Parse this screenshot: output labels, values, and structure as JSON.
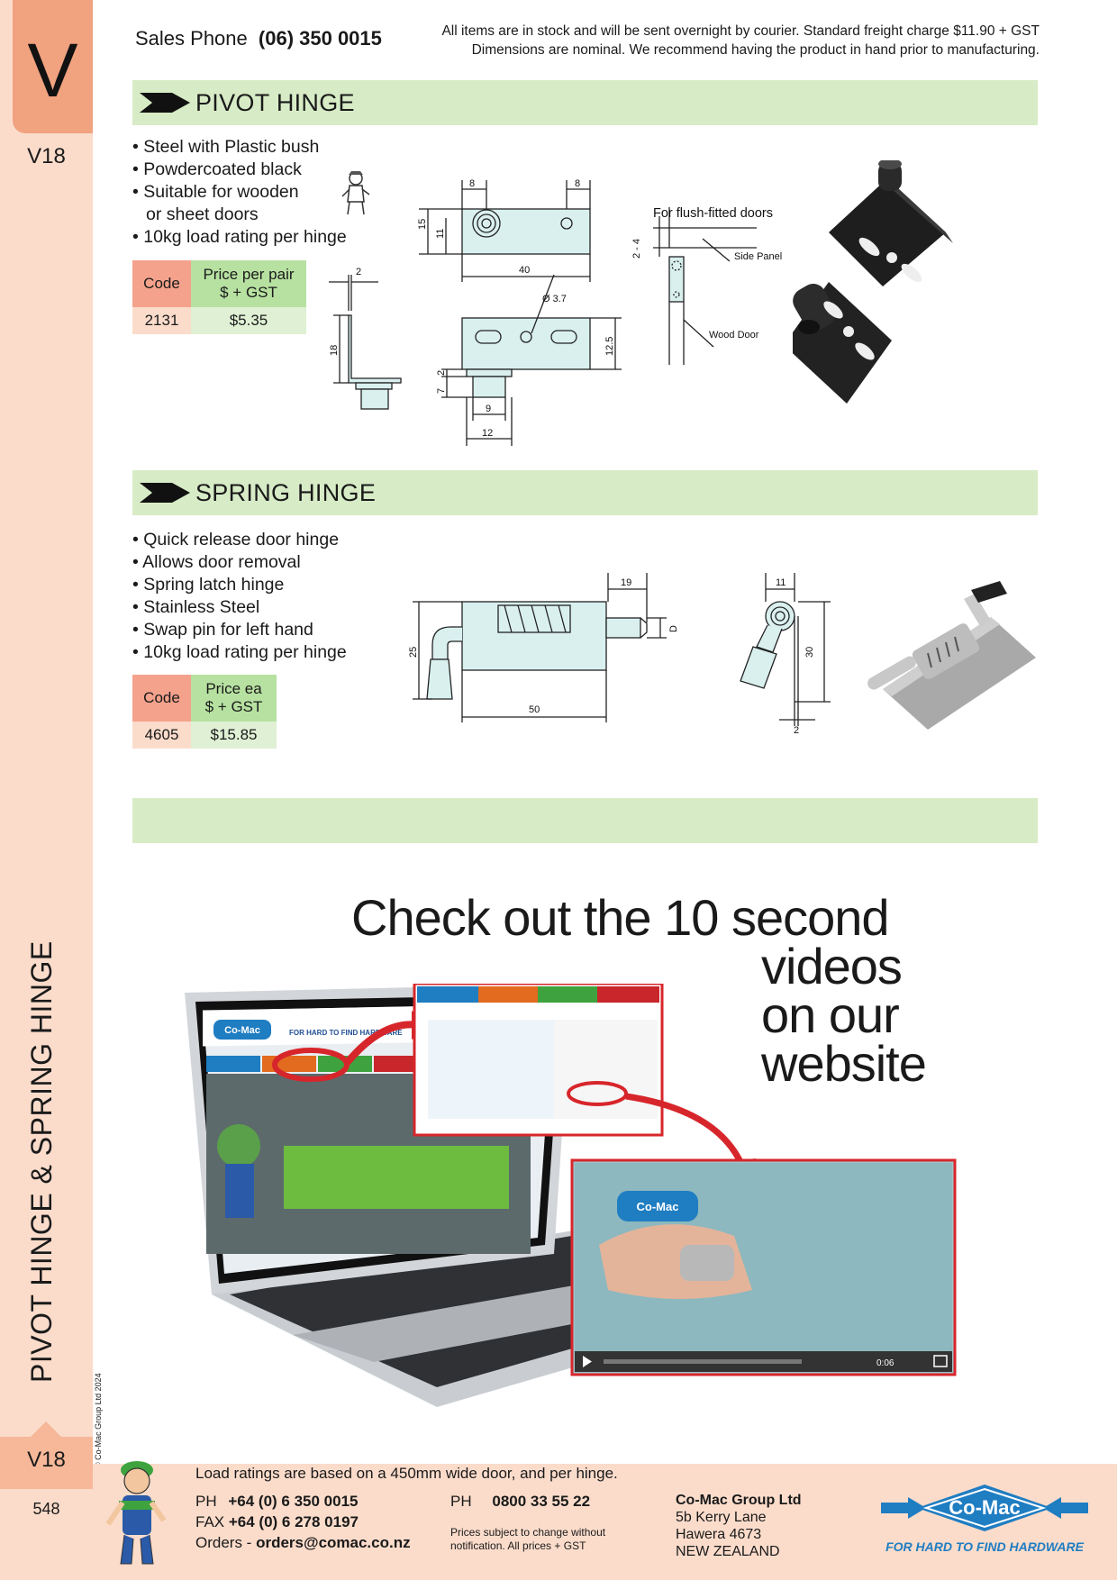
{
  "sidebar": {
    "tab_letter": "V",
    "section_code": "V18",
    "section_title": "PIVOT HINGE & SPRING HINGE",
    "page_number": "548",
    "copyright": "© Co-Mac Group Ltd 2024"
  },
  "header": {
    "sales_label": "Sales Phone",
    "sales_phone": "(06) 350 0015",
    "notice_line1": "All items are in stock and will be sent overnight by courier. Standard freight charge $11.90 + GST",
    "notice_line2": "Dimensions are nominal. We recommend having the product in hand prior to manufacturing."
  },
  "pivot": {
    "title": "PIVOT HINGE",
    "features": [
      "Steel with Plastic bush",
      "Powdercoated black",
      "Suitable for wooden",
      "or sheet doors",
      "10kg load rating per hinge"
    ],
    "table": {
      "code_header": "Code",
      "price_header_1": "Price per pair",
      "price_header_2": "$ + GST",
      "code": "2131",
      "price": "$5.35"
    },
    "diagram": {
      "d8a": "8",
      "d8b": "8",
      "d15": "15",
      "d11": "11",
      "d40": "40",
      "d2": "2",
      "d18": "18",
      "d37": "Ø 3.7",
      "d125": "12.5",
      "d7": "7",
      "d2b": "2",
      "d9": "9",
      "d12": "12",
      "flush_label": "For flush-fitted doors",
      "d24": "2 - 4",
      "side_panel": "Side Panel",
      "wood_door": "Wood Door"
    }
  },
  "spring": {
    "title": "SPRING HINGE",
    "features": [
      "Quick release door hinge",
      "Allows door removal",
      "Spring latch hinge",
      "Stainless Steel",
      "Swap pin for left hand",
      "10kg load rating per hinge"
    ],
    "table": {
      "code_header": "Code",
      "price_header_1": "Price ea",
      "price_header_2": "$ + GST",
      "code": "4605",
      "price": "$15.85"
    },
    "diagram": {
      "d19": "19",
      "dD": "D",
      "d25": "25",
      "d50": "50",
      "d11": "11",
      "d30": "30",
      "d2": "2"
    }
  },
  "promo": {
    "line1": "Check out the 10 second",
    "line2": "videos",
    "line3": "on our",
    "line4": "website",
    "site_brand": "Co-Mac",
    "site_tagline": "FOR HARD TO FIND HARDWARE",
    "video_time": "0:06"
  },
  "footer": {
    "load_note": "Load ratings are based on a 450mm wide door, and per hinge.",
    "ph_label": "PH",
    "ph": "+64 (0) 6 350 0015",
    "fax_label": "FAX",
    "fax": "+64 (0) 6 278 0197",
    "orders_label": "Orders -",
    "orders": "orders@comac.co.nz",
    "ph2_label": "PH",
    "ph2": "0800 33 55 22",
    "disclaimer_1": "Prices subject to change without",
    "disclaimer_2": "notification. All prices + GST",
    "company": "Co-Mac Group Ltd",
    "addr1": "5b Kerry Lane",
    "addr2": "Hawera 4673",
    "addr3": "NEW ZEALAND",
    "logo_text": "Co-Mac",
    "logo_tagline": "FOR HARD TO FIND HARDWARE"
  },
  "colors": {
    "bar_green": "#d7ecc6",
    "sidebar_peach": "#fbdccb",
    "tab_orange": "#f1a27f",
    "brand_blue": "#1f7dc2",
    "promo_red": "#d7262b"
  }
}
